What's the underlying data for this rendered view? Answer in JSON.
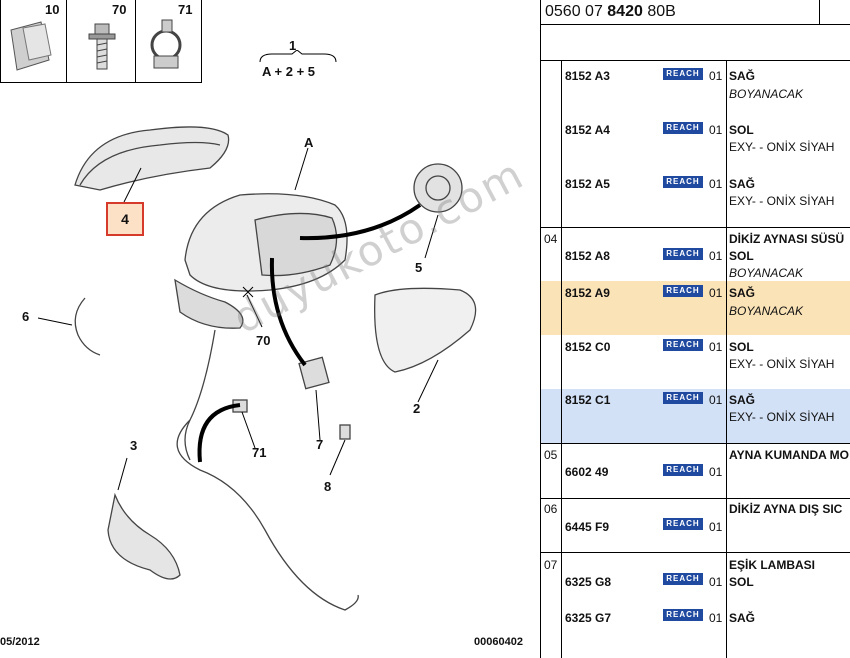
{
  "diagram": {
    "icons": [
      {
        "num": "10"
      },
      {
        "num": "70"
      },
      {
        "num": "71"
      }
    ],
    "assembly": {
      "num": "1",
      "formula": "A + 2 + 5"
    },
    "labels": {
      "A": "A",
      "l2": "2",
      "l3": "3",
      "l4": "4",
      "l5": "5",
      "l6": "6",
      "l7": "7",
      "l8": "8",
      "l70": "70",
      "l71": "71"
    },
    "footer_left": "05/2012",
    "footer_right": "00060402",
    "watermark": "duyukoto.com"
  },
  "table": {
    "part_number_prefix": "0560 07 ",
    "part_number_bold": "8420",
    "part_number_suffix": " 80B",
    "groups": [
      {
        "no": "",
        "rows": [
          {
            "code": "8152 A3",
            "badge": "REACH",
            "qty": "01",
            "desc": "SAĞ",
            "desc2": "BOYANACAK",
            "italic": true
          },
          {
            "code": "8152 A4",
            "badge": "REACH",
            "qty": "01",
            "desc": "SOL",
            "desc2": "EXY- - ONİX SİYAH",
            "italic": false
          },
          {
            "code": "8152 A5",
            "badge": "REACH",
            "qty": "01",
            "desc": "SAĞ",
            "desc2": "EXY- - ONİX SİYAH",
            "italic": false
          }
        ]
      },
      {
        "no": "04",
        "title": "DİKİZ AYNASI SÜSÜ",
        "rows": [
          {
            "code": "8152 A8",
            "badge": "REACH",
            "qty": "01",
            "desc": "SOL",
            "desc2": "BOYANACAK",
            "italic": true
          },
          {
            "code": "8152 A9",
            "badge": "REACH",
            "qty": "01",
            "desc": "SAĞ",
            "desc2": "BOYANACAK",
            "italic": true
          },
          {
            "code": "8152 C0",
            "badge": "REACH",
            "qty": "01",
            "desc": "SOL",
            "desc2": "EXY- - ONİX SİYAH",
            "italic": false
          },
          {
            "code": "8152 C1",
            "badge": "REACH",
            "qty": "01",
            "desc": "SAĞ",
            "desc2": "EXY- - ONİX SİYAH",
            "italic": false
          }
        ]
      },
      {
        "no": "05",
        "title": "AYNA KUMANDA MO",
        "rows": [
          {
            "code": "6602 49",
            "badge": "REACH",
            "qty": "01",
            "desc": "",
            "desc2": ""
          }
        ]
      },
      {
        "no": "06",
        "title": "DİKİZ AYNA DIŞ SIC",
        "rows": [
          {
            "code": "6445 F9",
            "badge": "REACH",
            "qty": "01",
            "desc": "",
            "desc2": ""
          }
        ]
      },
      {
        "no": "07",
        "title": "EŞİK LAMBASI",
        "rows": [
          {
            "code": "6325 G8",
            "badge": "REACH",
            "qty": "01",
            "desc": "SOL",
            "desc2": ""
          },
          {
            "code": "6325 G7",
            "badge": "REACH",
            "qty": "01",
            "desc": "SAĞ",
            "desc2": ""
          }
        ]
      }
    ],
    "colors": {
      "highlight_orange": "#fbe3b8",
      "highlight_blue": "#d3e1f6",
      "badge": "#1f4aa0",
      "callout": "#d63a2a"
    }
  }
}
